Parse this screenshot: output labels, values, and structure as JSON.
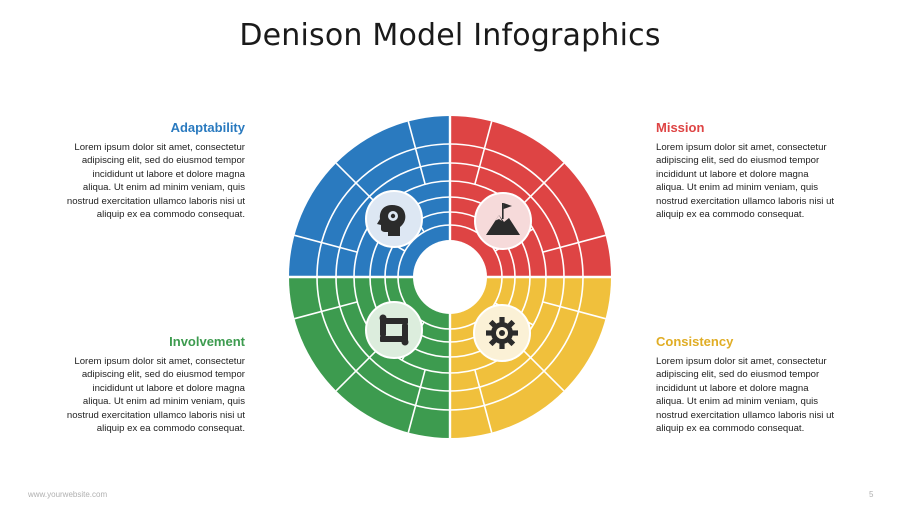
{
  "slide": {
    "title": "Denison Model Infographics",
    "footer_website": "www.yourwebsite.com",
    "page_number": "5"
  },
  "quadrants": [
    {
      "id": "adaptability",
      "heading": "Adaptability",
      "color": "#2a7abf",
      "icon": "head-gear-icon",
      "text_lines": [
        "Lorem ipsum dolor sit amet, consectetur",
        "adipiscing elit,  sed do eiusmod tempor",
        "incididunt ut labore et dolore magna",
        "aliqua. Ut enim ad minim veniam,  quis",
        "nostrud exercitation ullamco laboris nisi ut",
        "aliquip ex ea  commodo consequat."
      ]
    },
    {
      "id": "mission",
      "heading": "Mission",
      "color": "#de4444",
      "icon": "mountain-flag-icon",
      "text_lines": [
        "Lorem ipsum dolor sit amet, consectetur",
        "adipiscing elit,  sed do eiusmod tempor",
        "incididunt ut labore et dolore magna",
        "aliqua. Ut enim ad minim veniam,  quis",
        "nostrud exercitation ullamco laboris nisi ut",
        "aliquip ex ea  commodo consequat."
      ]
    },
    {
      "id": "involvement",
      "heading": "Involvement",
      "color": "#3d9b4f",
      "icon": "puzzle-pieces-icon",
      "text_lines": [
        "Lorem ipsum dolor sit amet, consectetur",
        "adipiscing elit,  sed do eiusmod tempor",
        "incididunt ut labore et dolore magna",
        "aliqua. Ut enim ad minim veniam,  quis",
        "nostrud exercitation ullamco laboris nisi ut",
        "aliquip ex ea  commodo consequat."
      ]
    },
    {
      "id": "consistency",
      "heading": "Consistency",
      "color": "#f0c03c",
      "icon": "cog-icon",
      "text_lines": [
        "Lorem ipsum dolor sit amet, consectetur",
        "adipiscing elit,  sed do eiusmod tempor",
        "incididunt ut labore et dolore magna",
        "aliqua. Ut enim ad minim veniam,  quis",
        "nostrud exercitation ullamco laboris nisi ut",
        "aliquip ex ea  commodo consequat."
      ]
    }
  ],
  "icon_circle_fills": {
    "adaptability": "#dde7f3",
    "mission": "#f6dada",
    "involvement": "#dceddd",
    "consistency": "#fbf1d6"
  }
}
